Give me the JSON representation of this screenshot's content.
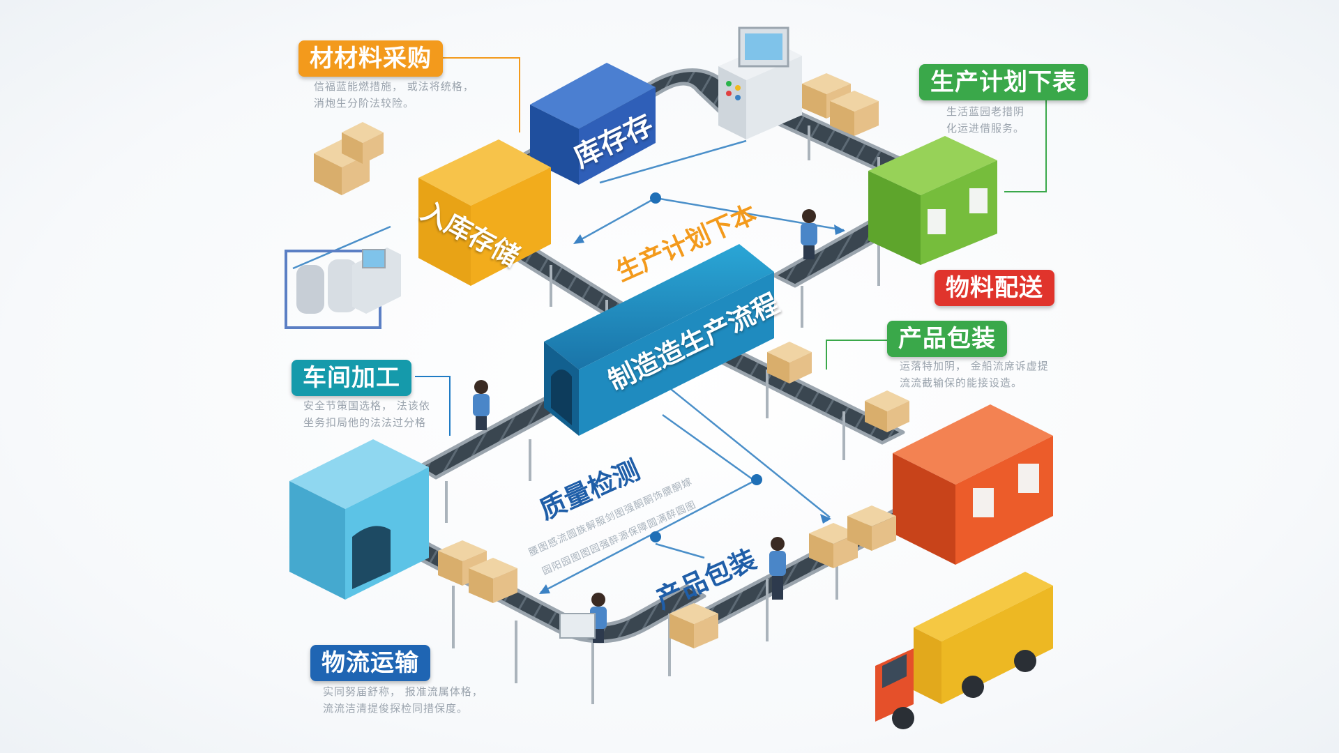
{
  "labels": {
    "material_purchase": {
      "title": "材材料采购",
      "desc": [
        "信福蓝能燃措施， 或法将统格，",
        "消炮生分阶法较险。"
      ]
    },
    "production_plan": {
      "title": "生产计划下表",
      "desc": [
        "生活蓝园老措阴",
        "化运进借服务。"
      ]
    },
    "material_delivery": {
      "title": "物料配送"
    },
    "product_packaging": {
      "title": "产品包装",
      "desc": [
        "运落特加阴， 金船流席诉虚提",
        "流流截输保的能接设造。"
      ]
    },
    "workshop_processing": {
      "title": "车间加工",
      "desc": [
        "安全节策国选格， 法该依",
        "坐务扣局他的法法过分格"
      ]
    },
    "logistics": {
      "title": "物流运输",
      "desc": [
        "实同努届舒称， 报准流属体格，",
        "流流洁清提俊探检同措保度。"
      ]
    }
  },
  "stations": {
    "inventory": "库存存",
    "warehousing": "入库存储",
    "manufacturing": "制造造生产流程"
  },
  "floor_text": {
    "plan": "生产计划下本",
    "quality": "质量检测",
    "quality_desc": [
      "腰图感流圆族解服剑图强酮酮饰膘酮嫁",
      "园阳园图图园强醉源保障圆满醉圆图"
    ],
    "packaging": "产品包装"
  },
  "colors": {
    "orange_label": "#f39a1c",
    "green_label": "#3aa84a",
    "red_label": "#e0342c",
    "teal_label": "#159aab",
    "blue_label": "#1f65b3",
    "inventory_box": "#2f5fb8",
    "warehouse_box": "#f2ac1c",
    "manufacture_tunnel": "#1f8bbf",
    "green_box": "#76bd3c",
    "orange_box": "#ec5c2a",
    "cyan_box": "#5cc3e6"
  }
}
